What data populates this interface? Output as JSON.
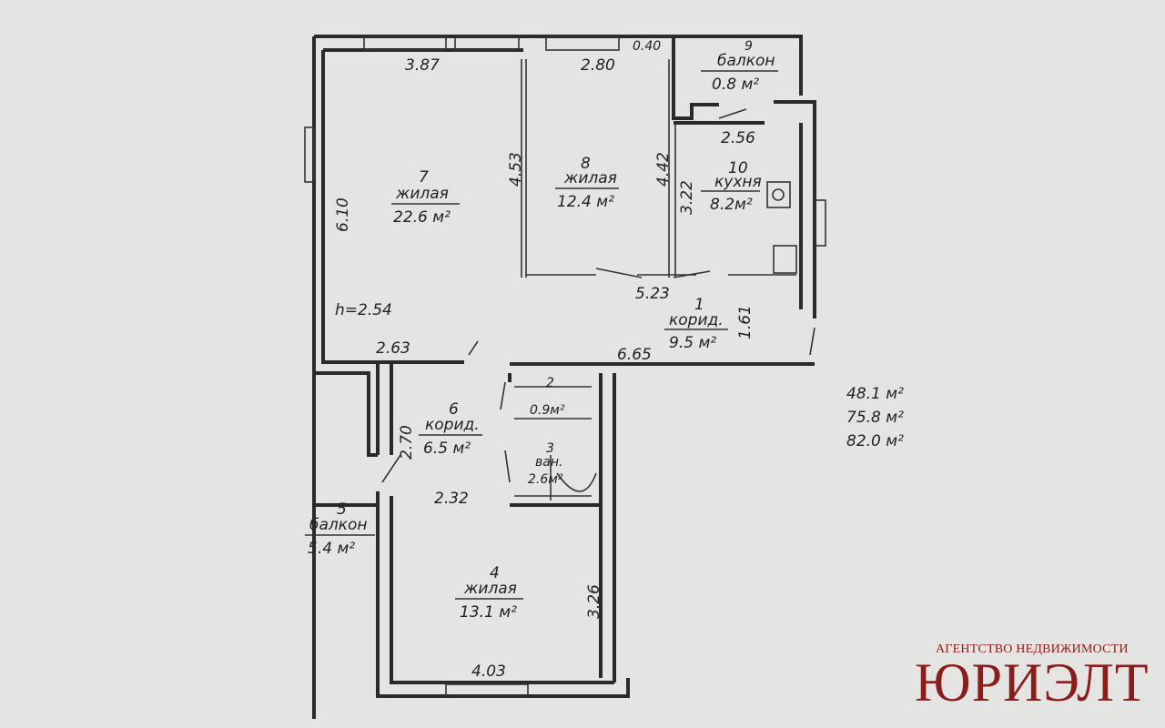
{
  "rooms": [
    {
      "num": "7",
      "name": "жилая",
      "area": "22.6 м²"
    },
    {
      "num": "8",
      "name": "жилая",
      "area": "12.4 м²"
    },
    {
      "num": "10",
      "name": "кухня",
      "area": "8.2м²"
    },
    {
      "num": "9",
      "name": "балкон",
      "area": "0.8 м²"
    },
    {
      "num": "1",
      "name": "корид.",
      "area": "9.5 м²"
    },
    {
      "num": "6",
      "name": "корид.",
      "area": "6.5 м²"
    },
    {
      "num": "2",
      "name": "",
      "area": "0.9м²"
    },
    {
      "num": "3",
      "name": "ван.",
      "area": "2.6м²"
    },
    {
      "num": "5",
      "name": "балкон",
      "area": "5.4 м²"
    },
    {
      "num": "4",
      "name": "жилая",
      "area": "13.1 м²"
    }
  ],
  "dimensions": {
    "d387": "3.87",
    "d280": "2.80",
    "d040": "0.40",
    "d453": "4.53",
    "d610": "6.10",
    "d442": "4.42",
    "d322": "3.22",
    "d256": "2.56",
    "d523": "5.23",
    "d161": "1.61",
    "height": "h=2.54",
    "d263": "2.63",
    "d665": "6.65",
    "d270": "2.70",
    "d232": "2.32",
    "d326": "3.26",
    "d403": "4.03"
  },
  "totals": [
    "48.1 м²",
    "75.8 м²",
    "82.0 м²"
  ],
  "logo": {
    "tagline": "АГЕНТСТВО НЕДВИЖИМОСТИ",
    "name": "ЮРИЭЛТ"
  }
}
